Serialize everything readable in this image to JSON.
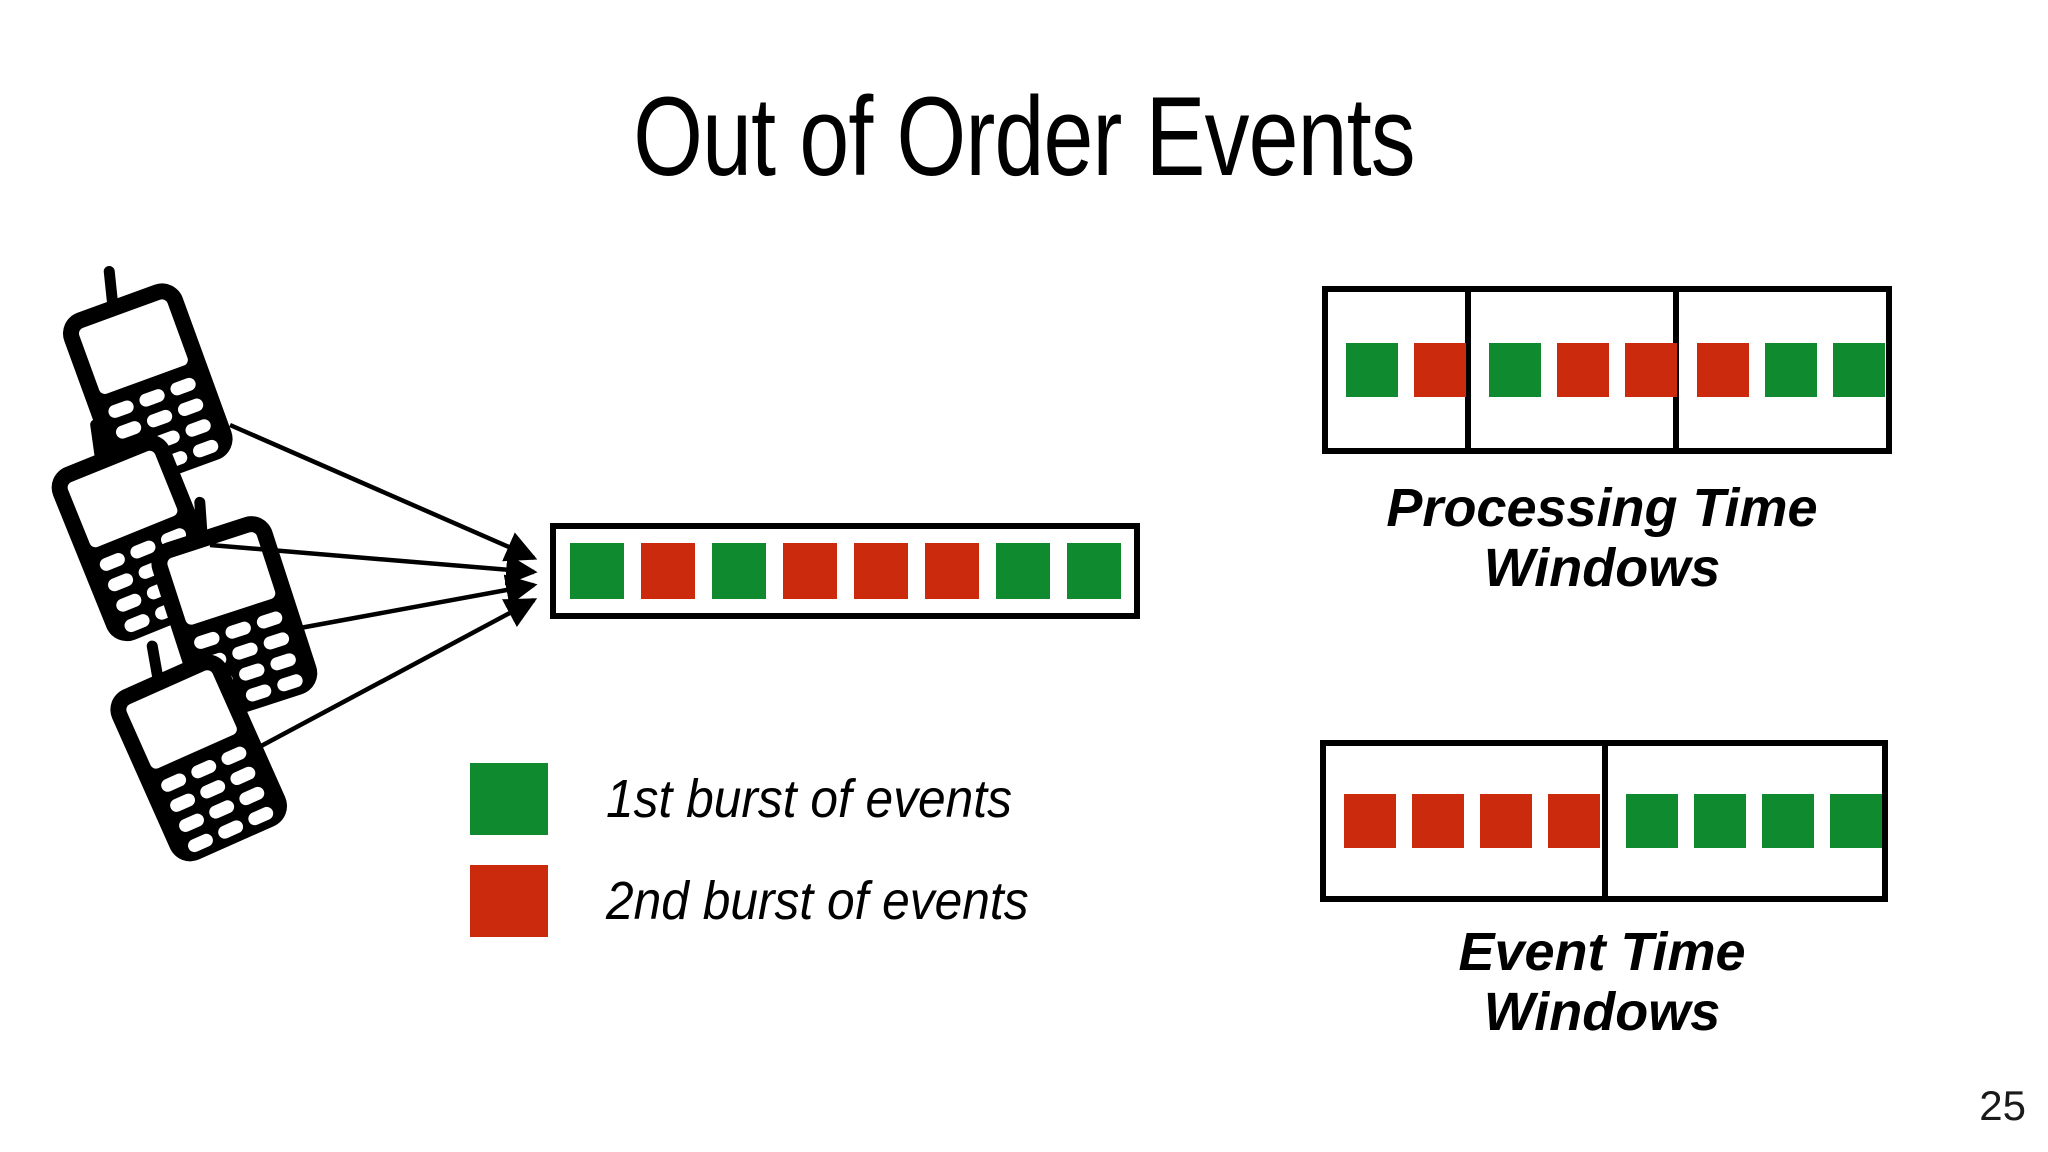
{
  "slide": {
    "title": "Out of Order Events",
    "page_number": "25",
    "background_color": "#FFFFFF"
  },
  "colors": {
    "green": "#0F8A2E",
    "red": "#CC2A0C",
    "outline": "#000000"
  },
  "sources": {
    "count": 4,
    "icon": "mobile-phone-icon",
    "items": [
      {
        "label": "mobile-phone-1",
        "rotation_deg": -20
      },
      {
        "label": "mobile-phone-2",
        "rotation_deg": -22
      },
      {
        "label": "mobile-phone-3",
        "rotation_deg": -18
      },
      {
        "label": "mobile-phone-4",
        "rotation_deg": -24
      }
    ],
    "arrows": 4
  },
  "main_stream": {
    "name": "incoming event stream",
    "events": [
      "green",
      "red",
      "green",
      "red",
      "red",
      "red",
      "green",
      "green"
    ]
  },
  "legend": {
    "items": [
      {
        "swatch": "green",
        "label": "1st burst of events"
      },
      {
        "swatch": "red",
        "label": "2nd burst of events"
      }
    ]
  },
  "processing_time_windows": {
    "caption_line1": "Processing Time",
    "caption_line2": "Windows",
    "windows": [
      {
        "events": [
          "green",
          "red"
        ]
      },
      {
        "events": [
          "green",
          "red",
          "red"
        ]
      },
      {
        "events": [
          "red",
          "green",
          "green"
        ]
      }
    ]
  },
  "event_time_windows": {
    "caption_line1": "Event Time",
    "caption_line2": "Windows",
    "windows": [
      {
        "events": [
          "red",
          "red",
          "red",
          "red"
        ]
      },
      {
        "events": [
          "green",
          "green",
          "green",
          "green"
        ]
      }
    ]
  }
}
